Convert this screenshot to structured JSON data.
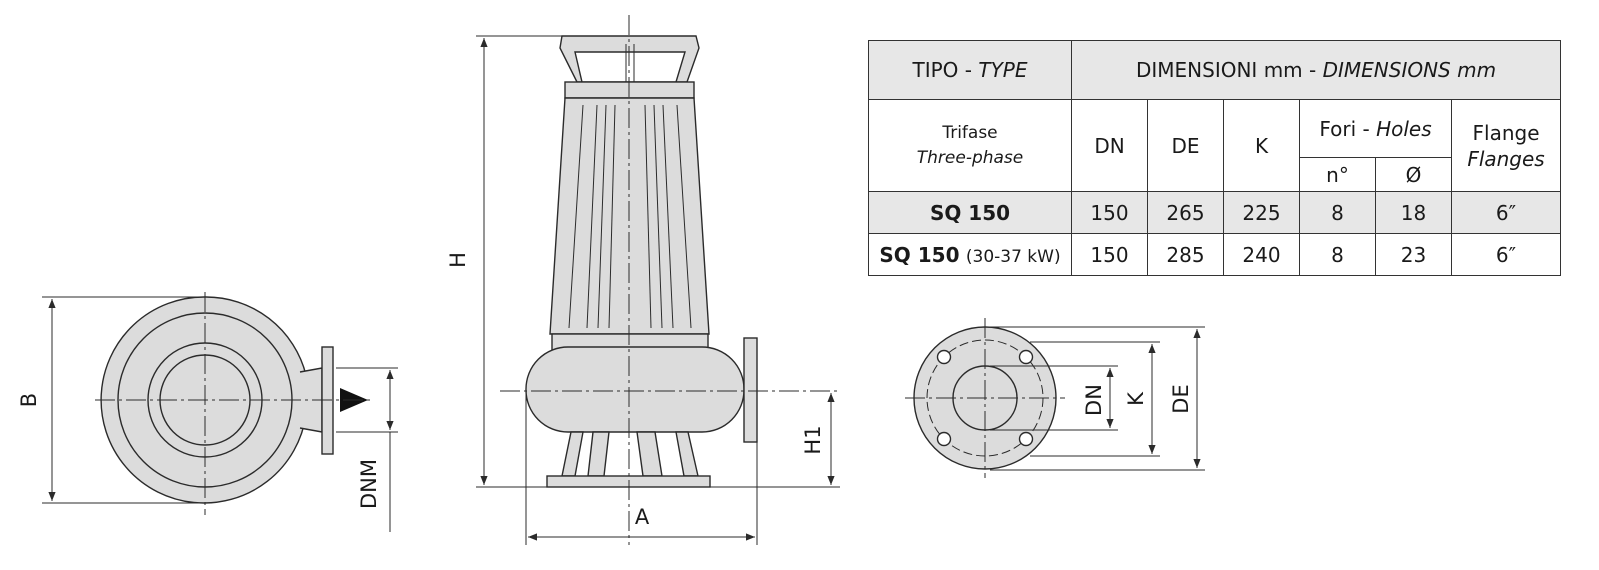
{
  "drawing": {
    "labels": {
      "B": "B",
      "DNM": "DNM",
      "H": "H",
      "H1": "H1",
      "A": "A",
      "DN": "DN",
      "K": "K",
      "DE": "DE"
    },
    "colors": {
      "fill": "#dcdcdc",
      "stroke": "#2b2b2b",
      "table_shade": "#e7e7e7"
    }
  },
  "table": {
    "type_header": {
      "it": "TIPO - ",
      "en": "TYPE"
    },
    "dim_header": {
      "it": "DIMENSIONI mm - ",
      "en": "DIMENSIONS mm"
    },
    "phase": {
      "it": "Trifase",
      "en": "Three-phase"
    },
    "col_dn": "DN",
    "col_de": "DE",
    "col_k": "K",
    "holes": {
      "it": "Fori - ",
      "en": "Holes"
    },
    "holes_n": "n°",
    "holes_d": "Ø",
    "flange": {
      "it": "Flange",
      "en": "Flanges"
    },
    "rows": [
      {
        "model": "SQ 150",
        "note": "",
        "dn": "150",
        "de": "265",
        "k": "225",
        "n": "8",
        "d": "18",
        "flange": "6″"
      },
      {
        "model": "SQ 150",
        "note": "(30-37 kW)",
        "dn": "150",
        "de": "285",
        "k": "240",
        "n": "8",
        "d": "23",
        "flange": "6″"
      }
    ]
  }
}
